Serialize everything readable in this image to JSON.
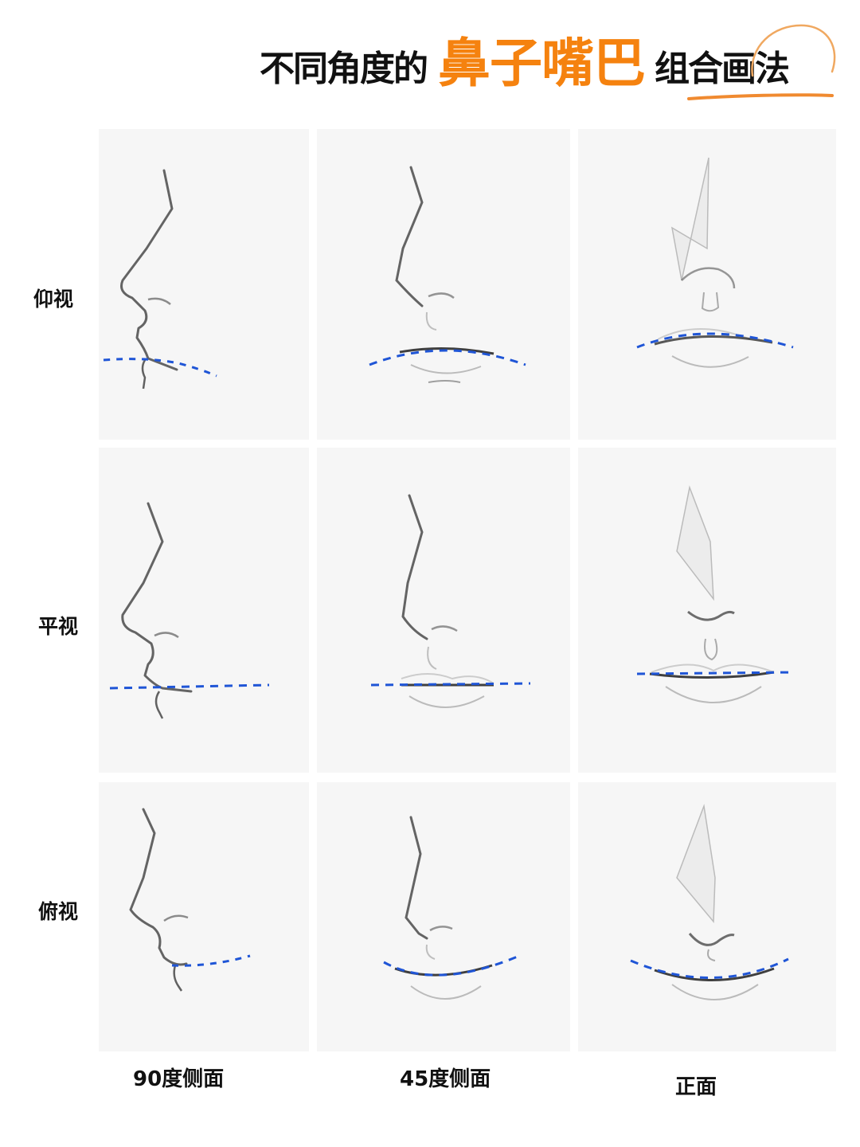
{
  "title": {
    "part1": "不同角度的",
    "part2": "鼻子嘴巴",
    "part3": "组合画法",
    "accent_color": "#f5820f"
  },
  "rows": [
    {
      "label": "仰视"
    },
    {
      "label": "平视"
    },
    {
      "label": "俯视"
    }
  ],
  "columns": [
    {
      "label": "90度侧面"
    },
    {
      "label": "45度侧面"
    },
    {
      "label": "正面"
    }
  ],
  "guide_line_color": "#1f55d6",
  "panels": [
    {
      "row": "仰视",
      "column": "90度侧面",
      "guide": "mouth line curving down to the right"
    },
    {
      "row": "仰视",
      "column": "45度侧面",
      "guide": "mouth line arched (convex upward)"
    },
    {
      "row": "仰视",
      "column": "正面",
      "guide": "mouth line arched (convex upward)"
    },
    {
      "row": "平视",
      "column": "90度侧面",
      "guide": "horizontal mouth line"
    },
    {
      "row": "平视",
      "column": "45度侧面",
      "guide": "horizontal mouth line"
    },
    {
      "row": "平视",
      "column": "正面",
      "guide": "horizontal mouth line"
    },
    {
      "row": "俯视",
      "column": "90度侧面",
      "guide": "mouth line curving up to the right"
    },
    {
      "row": "俯视",
      "column": "45度侧面",
      "guide": "mouth line curved (concave upward)"
    },
    {
      "row": "俯视",
      "column": "正面",
      "guide": "mouth line curved (concave upward)"
    }
  ]
}
